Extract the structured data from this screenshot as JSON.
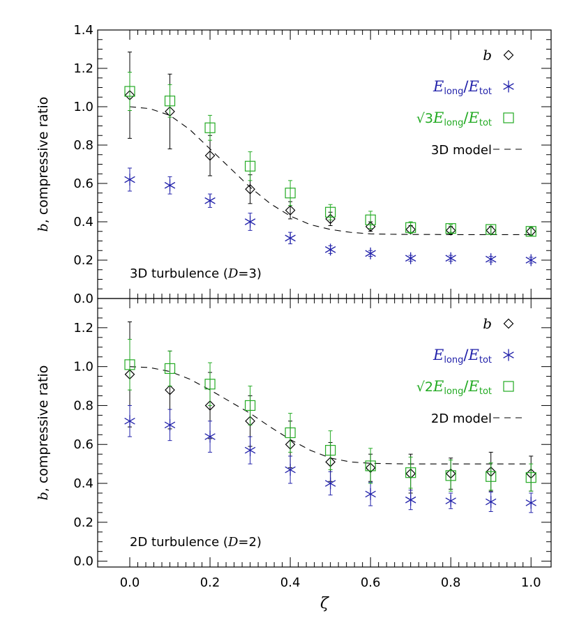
{
  "colors": {
    "b": "#000000",
    "E": "#2222aa",
    "S": "#22aa22",
    "model": "#000000"
  },
  "ylabel_italic": "b",
  "ylabel_rest": ", compressive ratio",
  "xlabel": "ζ",
  "chart_data": [
    {
      "type": "scatter",
      "panel": "top",
      "annotation_prefix": "3D turbulence (",
      "annotation_var": "D",
      "annotation_suffix": "=3)",
      "xlim": [
        -0.08,
        1.05
      ],
      "ylim": [
        0.0,
        1.4
      ],
      "yticks": [
        "0.0",
        "0.2",
        "0.4",
        "0.6",
        "0.8",
        "1.0",
        "1.2",
        "1.4"
      ],
      "x": [
        0.0,
        0.1,
        0.2,
        0.3,
        0.4,
        0.5,
        0.6,
        0.7,
        0.8,
        0.9,
        1.0
      ],
      "legend": [
        {
          "key": "b",
          "text": "b",
          "marker": "diamond"
        },
        {
          "key": "E",
          "num": "E",
          "num_sub": "long",
          "den": "E",
          "den_sub": "tot",
          "marker": "asterisk"
        },
        {
          "key": "S",
          "root": "√3",
          "num": "E",
          "num_sub": "long",
          "den": "E",
          "den_sub": "tot",
          "marker": "square"
        },
        {
          "key": "model",
          "text": "3D model",
          "marker": "dash"
        }
      ],
      "series": [
        {
          "key": "b",
          "marker": "diamond",
          "values": [
            1.06,
            0.975,
            0.745,
            0.57,
            0.46,
            0.415,
            0.375,
            0.36,
            0.355,
            0.355,
            0.35
          ],
          "err": [
            0.225,
            0.195,
            0.105,
            0.075,
            0.045,
            0.035,
            0.025,
            0.02,
            0.02,
            0.02,
            0.02
          ]
        },
        {
          "key": "E",
          "marker": "asterisk",
          "values": [
            0.62,
            0.59,
            0.51,
            0.4,
            0.315,
            0.255,
            0.235,
            0.21,
            0.21,
            0.205,
            0.2
          ],
          "err": [
            0.06,
            0.045,
            0.035,
            0.045,
            0.03,
            0.02,
            0.015,
            0.015,
            0.015,
            0.015,
            0.015
          ]
        },
        {
          "key": "S",
          "marker": "square",
          "values": [
            1.08,
            1.03,
            0.89,
            0.69,
            0.55,
            0.45,
            0.41,
            0.37,
            0.365,
            0.36,
            0.35
          ],
          "err": [
            0.1,
            0.085,
            0.065,
            0.075,
            0.065,
            0.04,
            0.045,
            0.03,
            0.02,
            0.025,
            0.02
          ]
        }
      ],
      "model": {
        "x": [
          0.0,
          0.05,
          0.1,
          0.15,
          0.2,
          0.25,
          0.3,
          0.35,
          0.4,
          0.45,
          0.5,
          0.55,
          0.6,
          0.65,
          0.7,
          0.75,
          0.8,
          0.85,
          0.9,
          0.95,
          1.0
        ],
        "y": [
          1.0,
          0.99,
          0.955,
          0.88,
          0.78,
          0.68,
          0.58,
          0.495,
          0.43,
          0.385,
          0.36,
          0.345,
          0.337,
          0.335,
          0.334,
          0.334,
          0.333,
          0.333,
          0.333,
          0.333,
          0.333
        ]
      }
    },
    {
      "type": "scatter",
      "panel": "bottom",
      "annotation_prefix": "2D turbulence (",
      "annotation_var": "D",
      "annotation_suffix": "=2)",
      "xlim": [
        -0.08,
        1.05
      ],
      "ylim": [
        -0.03,
        1.35
      ],
      "yticks": [
        "0.0",
        "0.2",
        "0.4",
        "0.6",
        "0.8",
        "1.0",
        "1.2"
      ],
      "xticks": [
        "0.0",
        "0.2",
        "0.4",
        "0.6",
        "0.8",
        "1.0"
      ],
      "x": [
        0.0,
        0.1,
        0.2,
        0.3,
        0.4,
        0.5,
        0.6,
        0.7,
        0.8,
        0.9,
        1.0
      ],
      "legend": [
        {
          "key": "b",
          "text": "b",
          "marker": "diamond"
        },
        {
          "key": "E",
          "num": "E",
          "num_sub": "long",
          "den": "E",
          "den_sub": "tot",
          "marker": "asterisk"
        },
        {
          "key": "S",
          "root": "√2",
          "num": "E",
          "num_sub": "long",
          "den": "E",
          "den_sub": "tot",
          "marker": "square"
        },
        {
          "key": "model",
          "text": "2D model",
          "marker": "dash"
        }
      ],
      "series": [
        {
          "key": "b",
          "marker": "diamond",
          "values": [
            0.96,
            0.88,
            0.8,
            0.72,
            0.6,
            0.51,
            0.48,
            0.45,
            0.45,
            0.46,
            0.45
          ],
          "err": [
            0.27,
            0.2,
            0.17,
            0.13,
            0.12,
            0.1,
            0.07,
            0.1,
            0.08,
            0.1,
            0.09
          ]
        },
        {
          "key": "E",
          "marker": "asterisk",
          "values": [
            0.72,
            0.7,
            0.64,
            0.57,
            0.47,
            0.4,
            0.345,
            0.315,
            0.31,
            0.305,
            0.3
          ],
          "err": [
            0.08,
            0.08,
            0.08,
            0.07,
            0.07,
            0.06,
            0.06,
            0.05,
            0.04,
            0.05,
            0.05
          ]
        },
        {
          "key": "S",
          "marker": "square",
          "values": [
            1.01,
            0.99,
            0.91,
            0.8,
            0.66,
            0.57,
            0.49,
            0.455,
            0.44,
            0.435,
            0.43
          ],
          "err": [
            0.13,
            0.09,
            0.11,
            0.1,
            0.1,
            0.1,
            0.09,
            0.08,
            0.08,
            0.07,
            0.07
          ]
        }
      ],
      "model": {
        "x": [
          0.0,
          0.05,
          0.1,
          0.15,
          0.2,
          0.25,
          0.3,
          0.35,
          0.4,
          0.45,
          0.5,
          0.55,
          0.6,
          0.65,
          0.7,
          0.75,
          0.8,
          0.85,
          0.9,
          0.95,
          1.0
        ],
        "y": [
          1.0,
          0.995,
          0.975,
          0.935,
          0.88,
          0.82,
          0.76,
          0.69,
          0.625,
          0.57,
          0.53,
          0.51,
          0.503,
          0.501,
          0.5,
          0.5,
          0.5,
          0.5,
          0.5,
          0.5,
          0.5
        ]
      }
    }
  ]
}
